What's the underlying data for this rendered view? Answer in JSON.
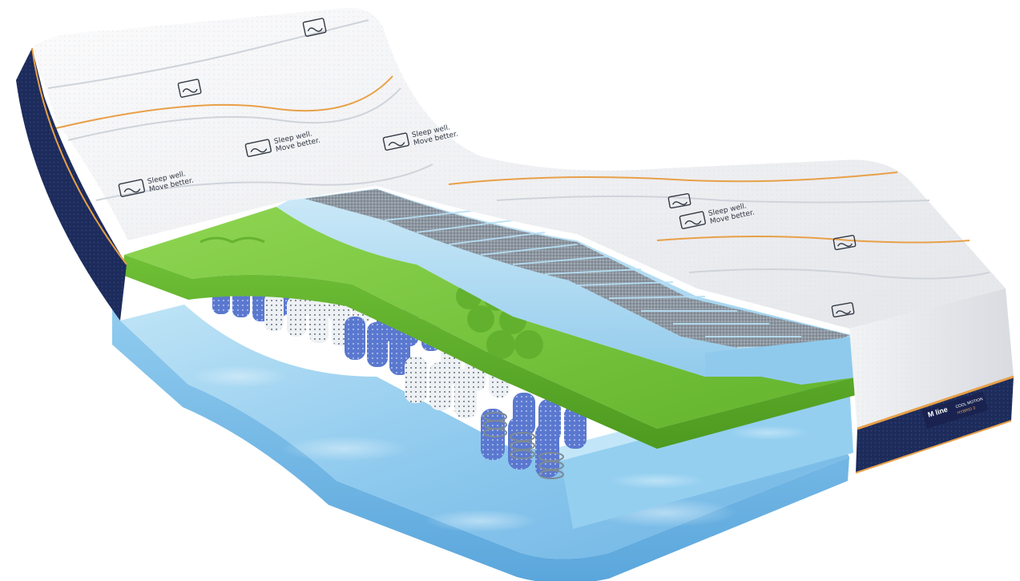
{
  "product": {
    "tagline_line1": "Sleep well.",
    "tagline_line2": "Move better.",
    "label_brand": "M line",
    "label_line1": "COOL MOTION",
    "label_line2": "HYBRID 3"
  },
  "colors": {
    "cover": "#f4f4f6",
    "border_navy": "#1c2b5a",
    "piping_orange": "#e8a048",
    "foam_blue": "#a8d8f0",
    "gel_green": "#7cc84a",
    "base_blue": "#8cc8ec",
    "pocket_blue": "#4c6cc8",
    "pocket_white": "#e8ecf0",
    "grey_foam": "#8c96a0"
  },
  "icons": {
    "logo": "wave-square-logo-icon"
  }
}
